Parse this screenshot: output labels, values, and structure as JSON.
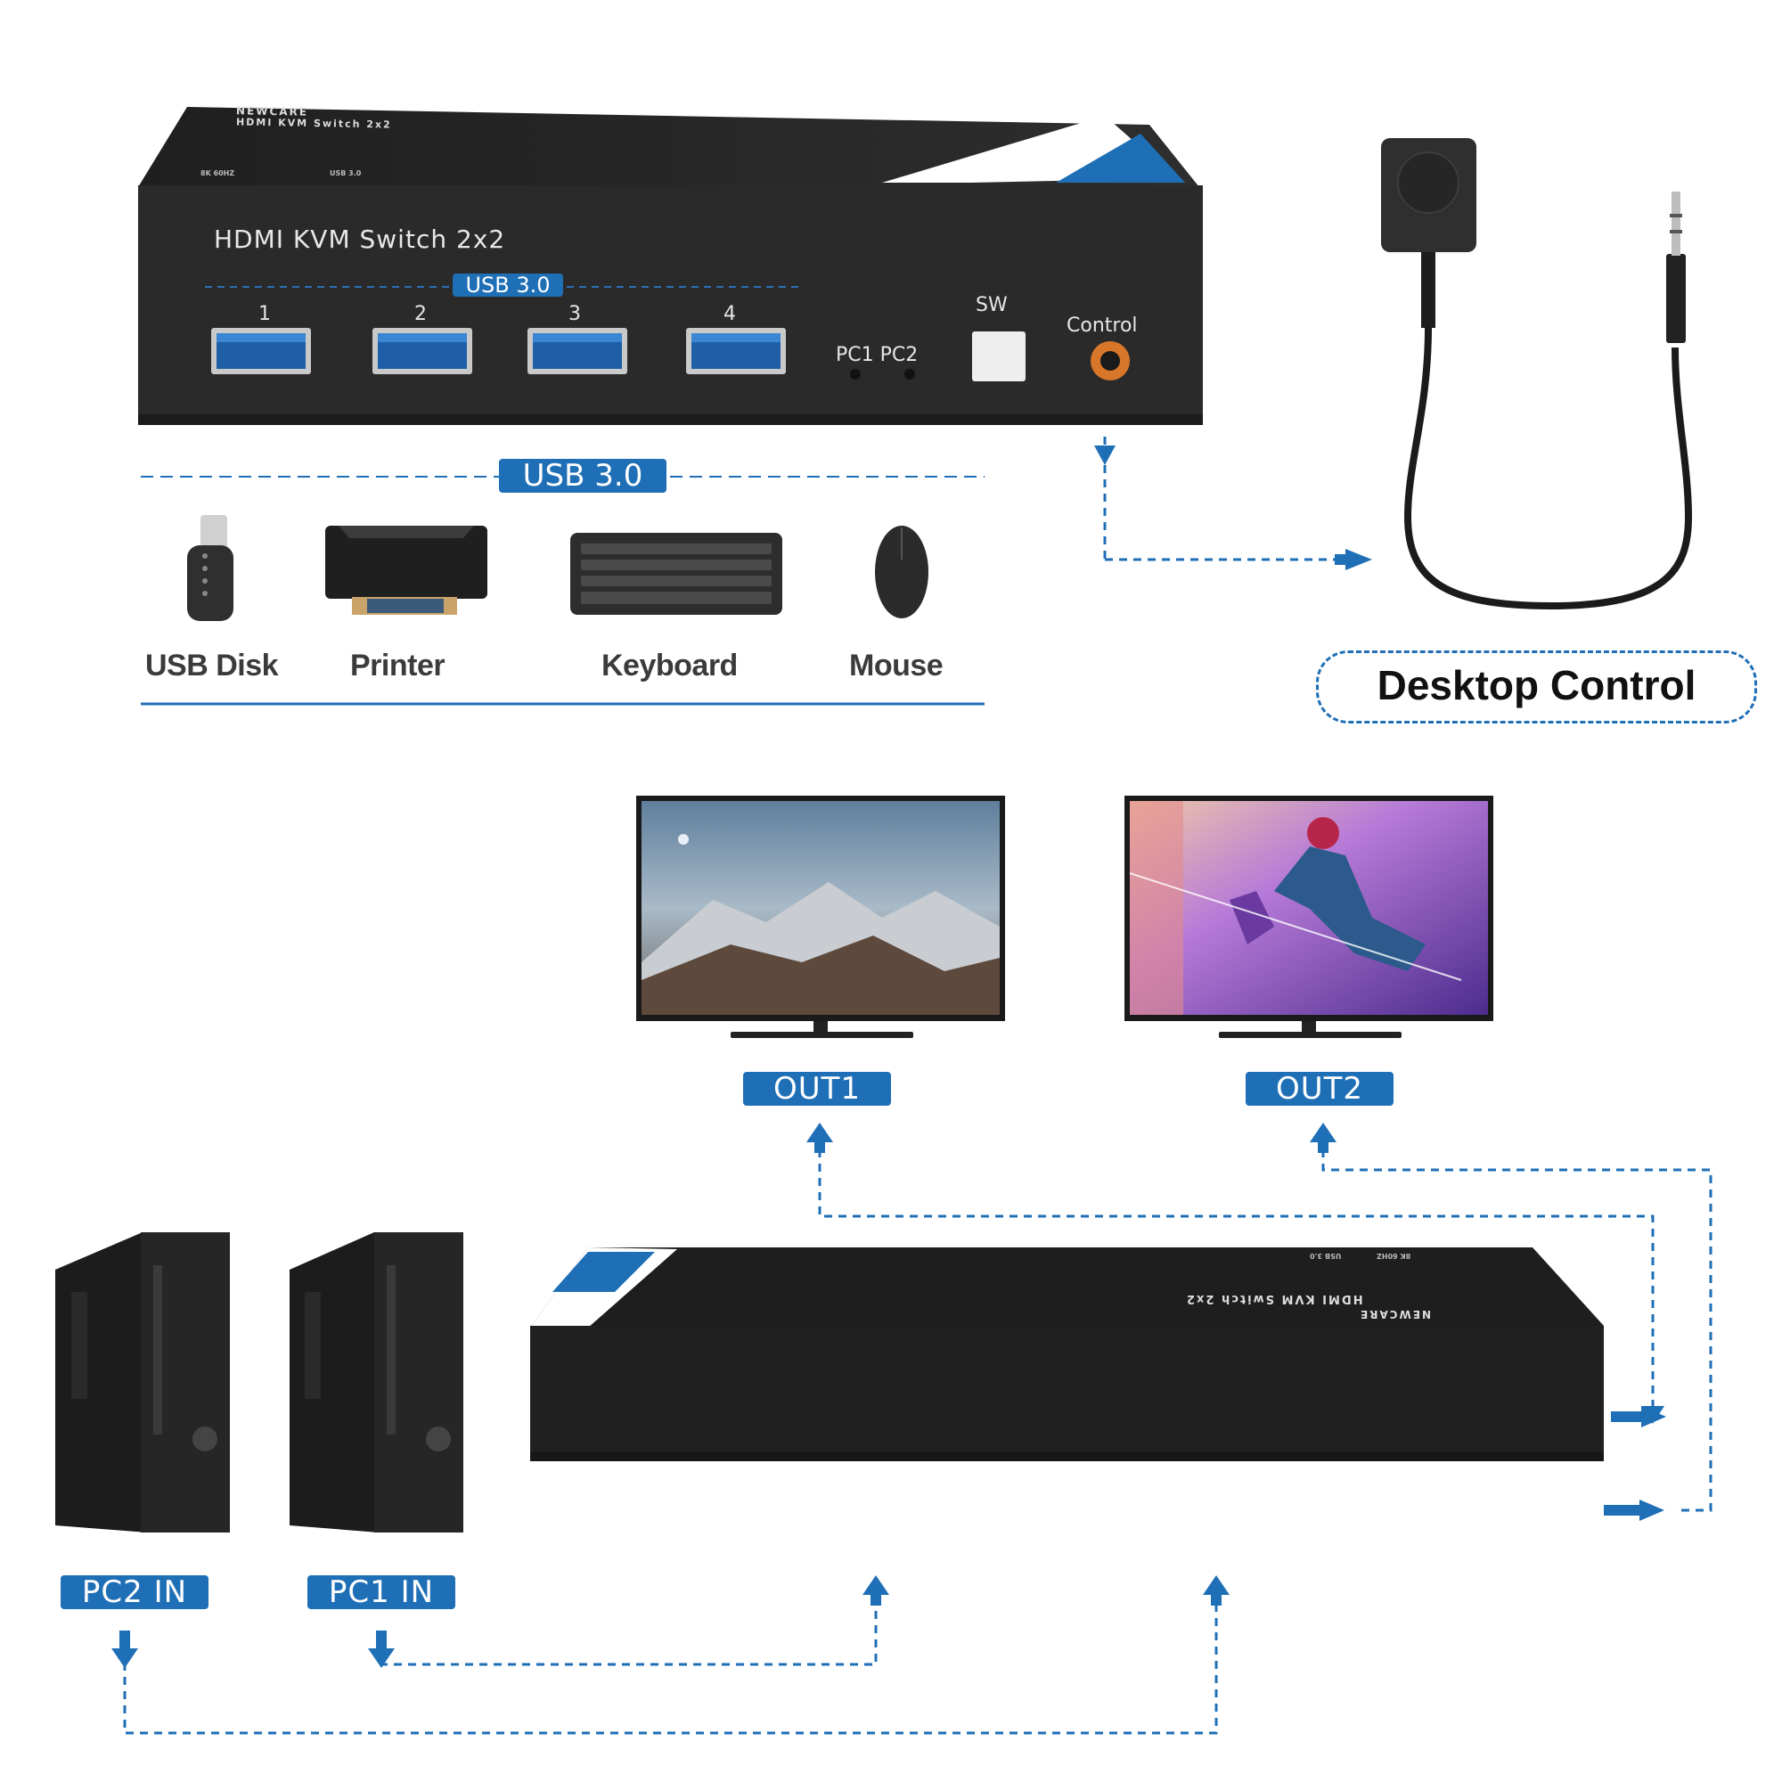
{
  "kvm_front": {
    "brand": "NEWCARE",
    "top_title": "HDMI KVM Switch 2x2",
    "top_spec_1": "8K 60HZ",
    "top_spec_2": "USB 3.0",
    "title": "HDMI KVM Switch 2x2",
    "usb_badge": "USB 3.0",
    "ports": [
      "1",
      "2",
      "3",
      "4"
    ],
    "led_labels": "PC1 PC2",
    "sw_label": "SW",
    "control_label": "Control"
  },
  "peripherals": {
    "badge": "USB 3.0",
    "items": [
      {
        "label": "USB Disk"
      },
      {
        "label": "Printer"
      },
      {
        "label": "Keyboard"
      },
      {
        "label": "Mouse"
      }
    ]
  },
  "desktop_control": {
    "label": "Desktop Control"
  },
  "outputs": {
    "out1": "OUT1",
    "out2": "OUT2"
  },
  "inputs": {
    "pc2": "PC2 IN",
    "pc1": "PC1 IN"
  },
  "kvm_rear": {
    "brand": "NEWCARE",
    "title": "HDMI KVM Switch 2x2",
    "spec_1": "8K 60HZ",
    "spec_2": "USB 3.0"
  },
  "colors": {
    "accent": "#1f6fb6",
    "device": "#2b2b2b"
  },
  "icons": [
    "usb-disk-icon",
    "printer-icon",
    "keyboard-icon",
    "mouse-icon",
    "desktop-control-icon",
    "tv-icon",
    "pc-tower-icon",
    "arrow-icon"
  ]
}
